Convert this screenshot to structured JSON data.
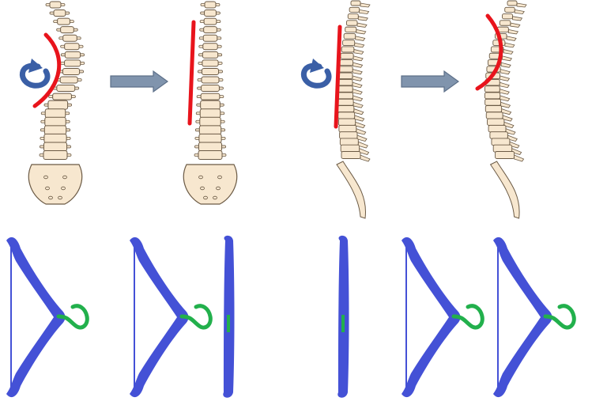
{
  "colors": {
    "background": "#ffffff",
    "bone_fill": "#f7e7cf",
    "bone_stroke": "#6b5a45",
    "curve_line": "#e8141c",
    "rotation_arrow": "#3a5fa6",
    "transition_arrow_fill": "#8094ad",
    "transition_arrow_stroke": "#5c6f88",
    "hanger": "#4451d6",
    "hook": "#22b04c"
  },
  "icons": {
    "spine_front_curved": "spine-front-curved-icon",
    "spine_front_straight": "spine-front-straight-icon",
    "spine_side_straight": "spine-side-straight-icon",
    "spine_side_curved": "spine-side-curved-icon",
    "rotation_arrow": "curved-rotation-arrow-icon",
    "transition_arrow": "right-arrow-icon",
    "hanger_front": "coat-hanger-front-icon",
    "hanger_edge": "coat-hanger-edge-icon"
  },
  "top_row": [
    "spine_front_curved",
    "transition_arrow",
    "spine_front_straight",
    "spine_side_straight",
    "transition_arrow",
    "spine_side_curved"
  ],
  "bottom_row": [
    "hanger_front",
    "hanger_front",
    "hanger_edge",
    "hanger_edge",
    "hanger_front",
    "hanger_front"
  ]
}
